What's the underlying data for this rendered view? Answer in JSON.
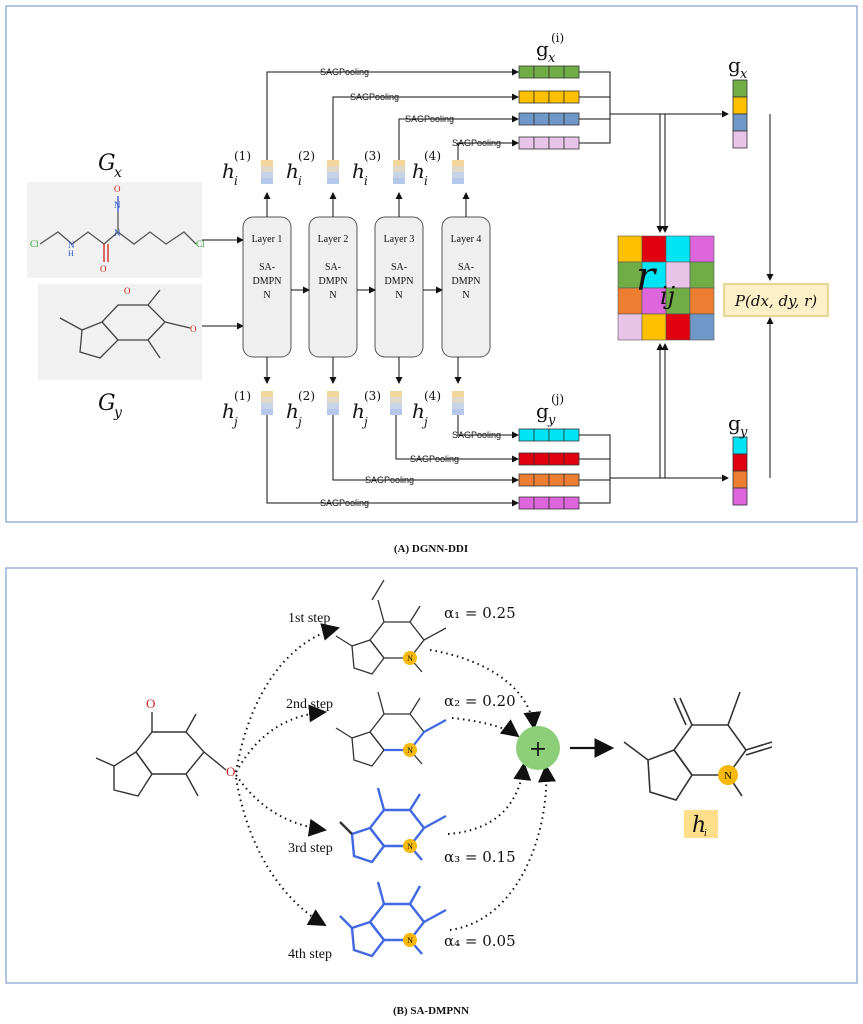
{
  "panel_a": {
    "caption": "(A) DGNN-DDI",
    "graph_x_label": "G",
    "graph_x_sub": "x",
    "graph_y_label": "G",
    "graph_y_sub": "y",
    "layers": [
      {
        "name": "Layer 1",
        "body": [
          "SA-",
          "DMPN",
          "N"
        ]
      },
      {
        "name": "Layer 2",
        "body": [
          "SA-",
          "DMPN",
          "N"
        ]
      },
      {
        "name": "Layer 3",
        "body": [
          "SA-",
          "DMPN",
          "N"
        ]
      },
      {
        "name": "Layer 4",
        "body": [
          "SA-",
          "DMPN",
          "N"
        ]
      }
    ],
    "pool_label": "SAGPooling",
    "h_i": "h",
    "h_i_sub": "i",
    "h_j": "h",
    "h_j_sub": "j",
    "h_sups": [
      "(1)",
      "(2)",
      "(3)",
      "(4)"
    ],
    "gx_i": "g",
    "gx_i_sub": "x",
    "gx_i_sup": "(i)",
    "gy_j": "g",
    "gy_j_sub": "y",
    "gy_j_sup": "(j)",
    "gx": "g",
    "gx_sub": "x",
    "gy": "g",
    "gy_sub": "y",
    "r_ij": "r",
    "r_ij_sub": "ij",
    "prob": "P(d",
    "prob_full": "P(dx, dy, r)",
    "colors": {
      "green": "#70ad47",
      "yellow": "#ffc000",
      "blue": "#6f97c8",
      "pink": "#e8c5e8",
      "cyan": "#00e5f5",
      "red": "#e0000f",
      "orange": "#ed7d31",
      "magenta": "#dd66dd",
      "layer_fill": "#efefef",
      "panel_border": "#7f9fcf",
      "prob_fill": "#fdf0c8",
      "plus_fill": "#8ccf78"
    }
  },
  "panel_b": {
    "caption": "(B) SA-DMPNN",
    "steps": [
      {
        "label": "1st step",
        "alpha": "α₁ = 0.25"
      },
      {
        "label": "2nd step",
        "alpha": "α₂ = 0.20"
      },
      {
        "label": "3rd step",
        "alpha": "α₃ = 0.15"
      },
      {
        "label": "4th step",
        "alpha": "α₄ = 0.05"
      }
    ],
    "sum_symbol": "+",
    "out_label": "h",
    "out_sub": "i",
    "atom_n": "N",
    "atom_o": "O"
  }
}
